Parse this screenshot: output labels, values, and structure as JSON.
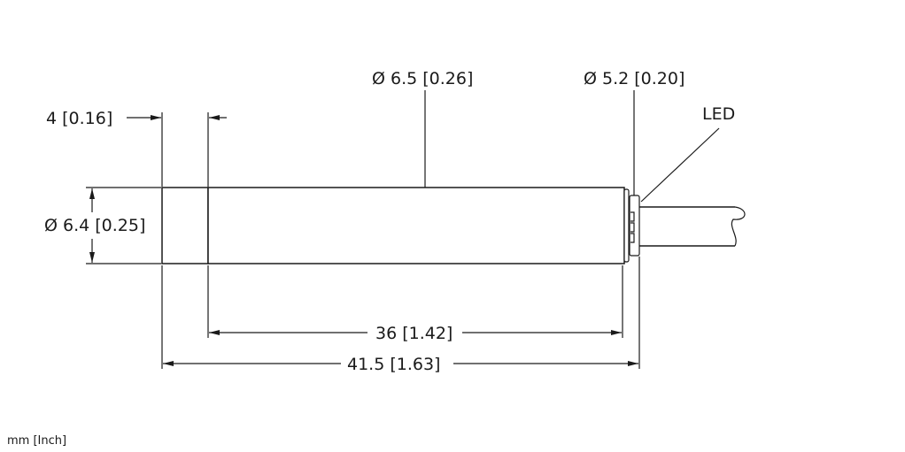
{
  "dimensions": {
    "front_length": "4 [0.16]",
    "front_diameter": "Ø 6.4 [0.25]",
    "body_diameter": "Ø 6.5 [0.26]",
    "cable_diameter": "Ø 5.2 [0.20]",
    "led": "LED",
    "body_length": "36 [1.42]",
    "total_length": "41.5 [1.63]"
  },
  "units": "mm [Inch]"
}
